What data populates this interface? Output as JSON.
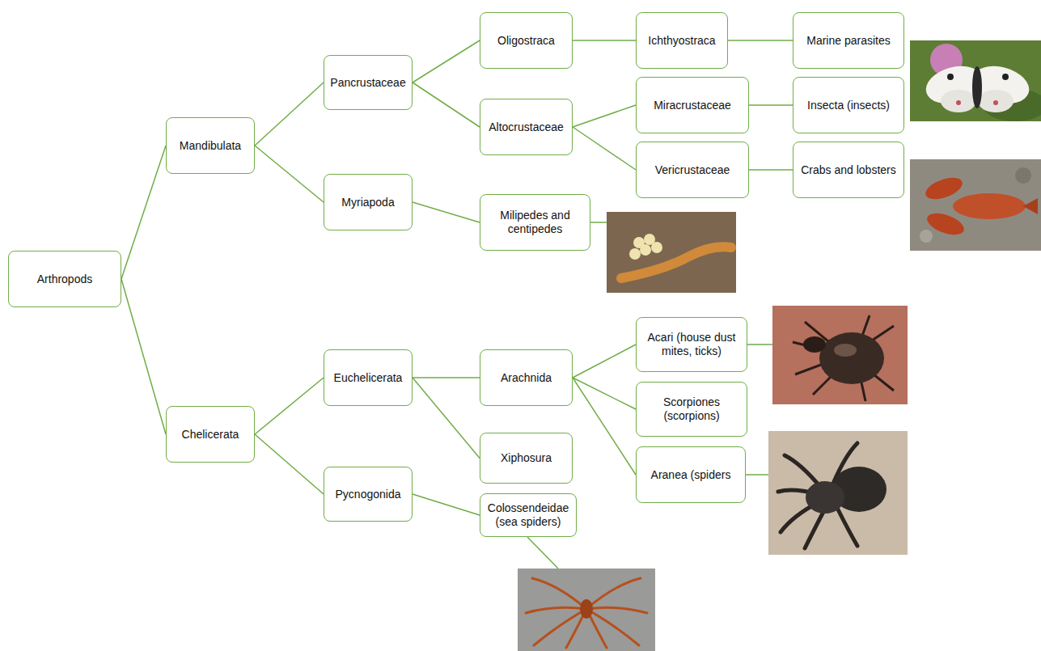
{
  "diagram": {
    "nodes": [
      {
        "text": [
          "Arthropods"
        ]
      },
      {
        "text": [
          "Mandibulata"
        ]
      },
      {
        "text": [
          "Pancrustaceae"
        ]
      },
      {
        "text": [
          "Oligostraca"
        ]
      },
      {
        "text": [
          "Ichthyostraca"
        ]
      },
      {
        "text": [
          "Marine parasites"
        ]
      },
      {
        "text": [
          "Altocrustaceae"
        ]
      },
      {
        "text": [
          "Miracrustaceae"
        ]
      },
      {
        "text": [
          "Insecta (insects)"
        ]
      },
      {
        "text": [
          "Vericrustaceae"
        ]
      },
      {
        "text": [
          "Crabs and lobsters"
        ]
      },
      {
        "text": [
          "Myriapoda"
        ]
      },
      {
        "text": [
          "Milipedes and centipedes"
        ]
      },
      {
        "text": [
          "Chelicerata"
        ]
      },
      {
        "text": [
          "Euchelicerata"
        ]
      },
      {
        "text": [
          "Arachnida"
        ]
      },
      {
        "text": [
          "Acari (house dust mites, ticks)"
        ]
      },
      {
        "text": [
          "Scorpiones (scorpions)"
        ]
      },
      {
        "text": [
          "Aranea (spiders"
        ]
      },
      {
        "text": [
          "Xiphosura"
        ]
      },
      {
        "text": [
          "Pycnogonida"
        ]
      },
      {
        "text": [
          "Colossendeidae (sea spiders)"
        ]
      }
    ],
    "edges": [
      {
        "from": 0,
        "to": 1,
        "arrow": "none"
      },
      {
        "from": 0,
        "to": 13,
        "arrow": "none"
      },
      {
        "from": 1,
        "to": 2,
        "arrow": "none"
      },
      {
        "from": 1,
        "to": 11,
        "arrow": "none"
      },
      {
        "from": 2,
        "to": 3,
        "arrow": "none"
      },
      {
        "from": 2,
        "to": 6,
        "arrow": "none"
      },
      {
        "from": 3,
        "to": 4,
        "arrow": "none"
      },
      {
        "from": 4,
        "to": 5,
        "arrow": "none"
      },
      {
        "from": 6,
        "to": 7,
        "arrow": "none"
      },
      {
        "from": 6,
        "to": 9,
        "arrow": "none"
      },
      {
        "from": 7,
        "to": 8,
        "arrow": "none"
      },
      {
        "from": 9,
        "to": 10,
        "arrow": "none"
      },
      {
        "from": 11,
        "to": 12,
        "arrow": "none"
      },
      {
        "from": 13,
        "to": 14,
        "arrow": "none"
      },
      {
        "from": 13,
        "to": 20,
        "arrow": "none"
      },
      {
        "from": 14,
        "to": 15,
        "arrow": "none"
      },
      {
        "from": 14,
        "to": 19,
        "arrow": "none"
      },
      {
        "from": 15,
        "to": 16,
        "arrow": "none"
      },
      {
        "from": 15,
        "to": 17,
        "arrow": "none"
      },
      {
        "from": 15,
        "to": 18,
        "arrow": "none"
      },
      {
        "from": 20,
        "to": 21,
        "arrow": "none"
      }
    ]
  }
}
